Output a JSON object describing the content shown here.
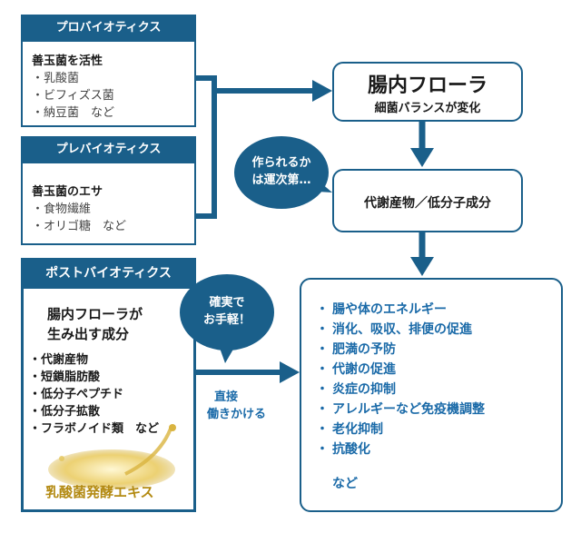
{
  "probiotics": {
    "header": "プロバイオティクス",
    "title": "善玉菌を活性",
    "items": [
      "・乳酸菌",
      "・ビフィズス菌",
      "・納豆菌　など"
    ]
  },
  "prebiotics": {
    "header": "プレバイオティクス",
    "title": "善玉菌のエサ",
    "items": [
      "・食物繊維",
      "・オリゴ糖　など"
    ]
  },
  "postbiotics": {
    "header": "ポストバイオティクス",
    "title_line1": "腸内フローラが",
    "title_line2": "生み出す成分",
    "items": [
      "・代謝産物",
      "・短鎖脂肪酸",
      "・低分子ペプチド",
      "・低分子拡散",
      "・フラボノイド類　など"
    ],
    "extract_label": "乳酸菌発酵エキス"
  },
  "flora": {
    "title": "腸内フローラ",
    "subtitle": "細菌バランスが変化"
  },
  "metabolite": {
    "label": "代謝産物／低分子成分"
  },
  "bubbles": {
    "uncertain_line1": "作られるか",
    "uncertain_line2": "は運次第…",
    "certain_line1": "確実で",
    "certain_line2": "お手軽！"
  },
  "direct_label": {
    "line1": "直接",
    "line2": "働きかける"
  },
  "effects": {
    "items": [
      "腸や体のエネルギー",
      "消化、吸収、排便の促進",
      "肥満の予防",
      "代謝の促進",
      "炎症の抑制",
      "アレルギーなど免疫機調整",
      "老化抑制",
      "抗酸化"
    ],
    "bullet": "・",
    "etc": "など"
  },
  "colors": {
    "primary": "#1a5f8a",
    "effect_text": "#1a6aa8",
    "gold": "#c9a227"
  }
}
